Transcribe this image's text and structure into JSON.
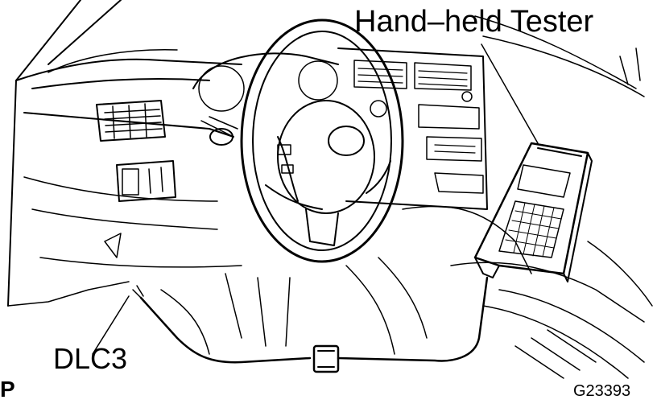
{
  "labels": {
    "tester": "Hand–held Tester",
    "dlc3": "DLC3",
    "code": "G23393",
    "corner": "P"
  },
  "colors": {
    "ink": "#000000",
    "paper": "#ffffff"
  }
}
